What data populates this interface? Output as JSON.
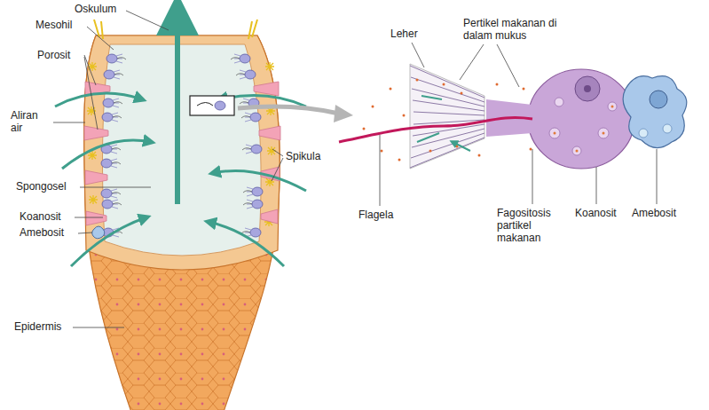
{
  "diagram": {
    "labels": [
      "Oskulum",
      "Mesohil",
      "Porosit",
      "Aliran air",
      "Spikula",
      "Spongosel",
      "Koanosit",
      "Amebosit",
      "Epidermis",
      "Leher",
      "Pertikel makanan di dalam mukus",
      "Flagela",
      "Fagositosis partikel makanan",
      "Koanosit",
      "Amebosit"
    ]
  }
}
